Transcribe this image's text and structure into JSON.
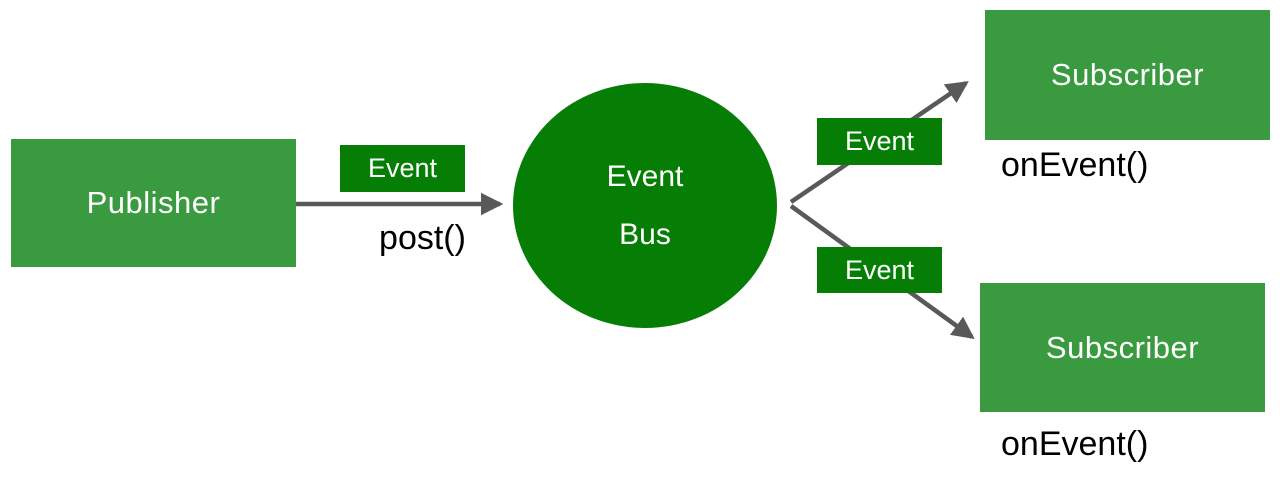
{
  "diagram": {
    "title_semantics": "Event Bus publish-subscribe diagram",
    "publisher": {
      "label": "Publisher",
      "method": "post()",
      "event_badge": "Event"
    },
    "bus": {
      "label_line1": "Event",
      "label_line2": "Bus"
    },
    "subscribers": [
      {
        "label": "Subscriber",
        "method": "onEvent()",
        "event_badge": "Event"
      },
      {
        "label": "Subscriber",
        "method": "onEvent()",
        "event_badge": "Event"
      }
    ],
    "colors": {
      "node_green": "#3a9a40",
      "dark_green": "#067e06",
      "arrow_gray": "#595959",
      "label_text": "#ffffff",
      "method_text": "#000000",
      "background": "#ffffff"
    }
  }
}
